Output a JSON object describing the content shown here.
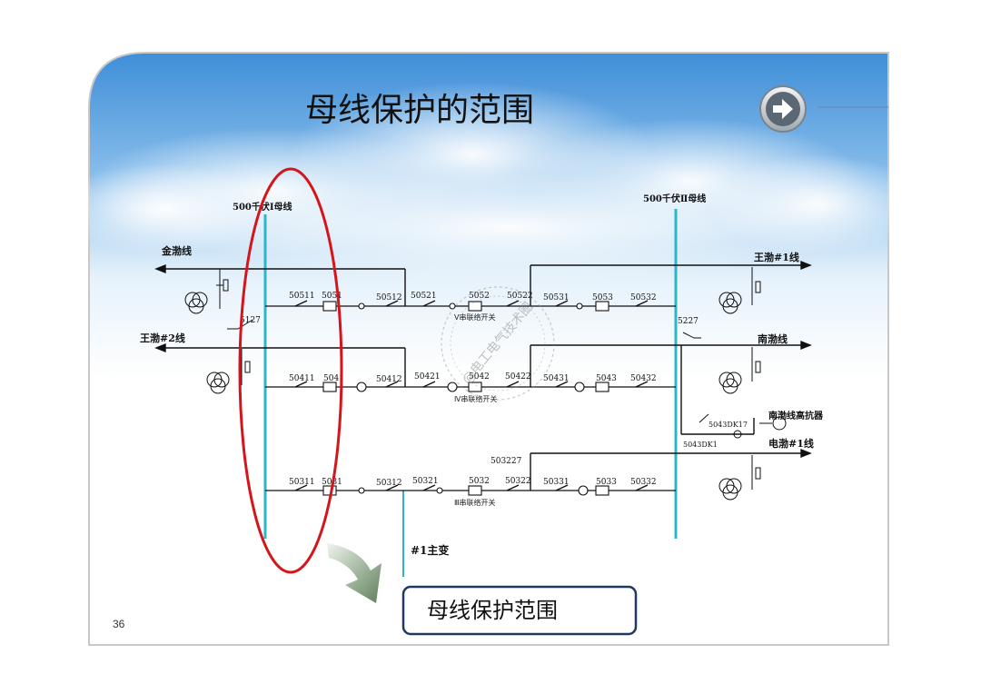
{
  "slide": {
    "title": "母线保护的范围",
    "page_number": "36",
    "nav_arrow_icon": "arrow-right-icon",
    "callout_text": "母线保护范围"
  },
  "buses": {
    "bus1": "500千伏Ⅰ母线",
    "bus2": "500千伏Ⅱ母线"
  },
  "lines": {
    "jinbo": "金渤线",
    "wangbo2": "王渤#2线",
    "wangbo1": "王渤#1线",
    "nanbo": "南渤线",
    "dianbo1": "电渤#1线",
    "transformer1": "#1主变",
    "reactor": "南渤线高抗器"
  },
  "strings": {
    "s5": {
      "sw1": "50511",
      "cb1": "5051",
      "sw2": "50512",
      "sw3": "50521",
      "cb2": "5052",
      "sw4": "50522",
      "sw5": "50531",
      "cb3": "5053",
      "sw6": "50532",
      "tie": "Ⅴ串联络开关"
    },
    "s4": {
      "sw1": "50411",
      "cb1": "5041",
      "sw2": "50412",
      "sw3": "50421",
      "cb2": "5042",
      "sw4": "50422",
      "sw5": "50431",
      "cb3": "5043",
      "sw6": "50432",
      "tie": "Ⅳ串联络开关"
    },
    "s3": {
      "sw1": "50311",
      "cb1": "5031",
      "sw2": "50312",
      "sw3": "50321",
      "cb2": "5032",
      "sw4": "50322",
      "sw5": "50331",
      "cb3": "5033",
      "sw6": "50332",
      "tie": "Ⅲ串联络开关"
    }
  },
  "extra_labels": {
    "es5127": "5127",
    "es5227": "5227",
    "s503227": "503227",
    "dk17": "5043DK17",
    "dk1": "5043DK1"
  },
  "watermark": "@电工电气技术圈",
  "colors": {
    "bus": "#2bb7c9",
    "oval": "#d4161c",
    "callout_border": "#1e3a5f",
    "arrow": "#6f8f6a"
  }
}
